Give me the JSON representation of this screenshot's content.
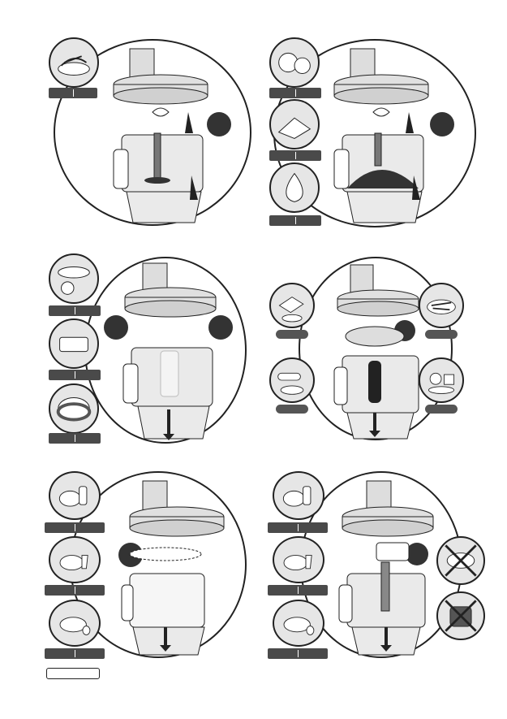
{
  "page": {
    "colors": {
      "line": "#222222",
      "fill": "#e6e6e6",
      "dark": "#333333",
      "bar": "#4a4a4a"
    }
  },
  "panels": [
    {
      "id": "top-left",
      "thumbnails": [
        "herbs-icon"
      ],
      "step_badge": true
    },
    {
      "id": "top-right",
      "thumbnails": [
        "nuts-icon",
        "cheese-meat-icon",
        "onion-icon"
      ],
      "step_badge": true
    },
    {
      "id": "mid-left",
      "thumbnails": [
        "bread-loaf-icon",
        "ice-cube-tray-icon",
        "cake-icon"
      ],
      "step_badges": 2
    },
    {
      "id": "mid-right",
      "thumbnails": [
        "cheese-carrot-icon",
        "sliced-vegetables-icon",
        "fries-icon",
        "grated-icon"
      ],
      "step_badge": true
    },
    {
      "id": "bottom-left",
      "thumbnails": [
        "cream-pitcher-icon",
        "whipped-cream-icon",
        "egg-mix-icon"
      ],
      "step_badge": true
    },
    {
      "id": "bottom-right",
      "thumbnails": [
        "cream-pitcher-icon",
        "whipped-cream-icon",
        "egg-mix-icon"
      ],
      "forbidden": [
        "no-bread-icon",
        "no-heavy-dough-icon"
      ],
      "step_badge": true
    }
  ]
}
